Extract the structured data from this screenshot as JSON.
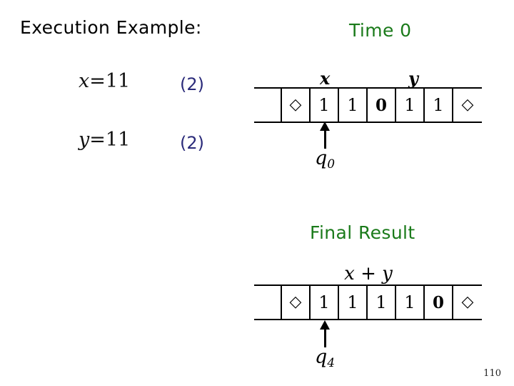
{
  "slide": {
    "title": "Execution Example:",
    "page_number": "110",
    "green_color": "#1a7a1a",
    "accent_blue": "#2b2b7a"
  },
  "equations": [
    {
      "name": "x-value",
      "variable": "x",
      "relation": "=",
      "value": "11",
      "steps": "(2)"
    },
    {
      "name": "y-value",
      "variable": "y",
      "relation": "=",
      "value": "11",
      "steps": "(2)"
    }
  ],
  "tapes": [
    {
      "heading": "Time 0",
      "labels": {
        "left": "x",
        "right": "y"
      },
      "cells": [
        "",
        "◇",
        "1",
        "1",
        "0",
        "1",
        "1",
        "◇"
      ],
      "head_cell_index": 2,
      "state": {
        "letter": "q",
        "subscript": "0"
      }
    },
    {
      "heading": "Final Result",
      "expression": "x + y",
      "cells": [
        "",
        "◇",
        "1",
        "1",
        "1",
        "1",
        "0",
        "◇"
      ],
      "head_cell_index": 2,
      "state": {
        "letter": "q",
        "subscript": "4"
      }
    }
  ]
}
